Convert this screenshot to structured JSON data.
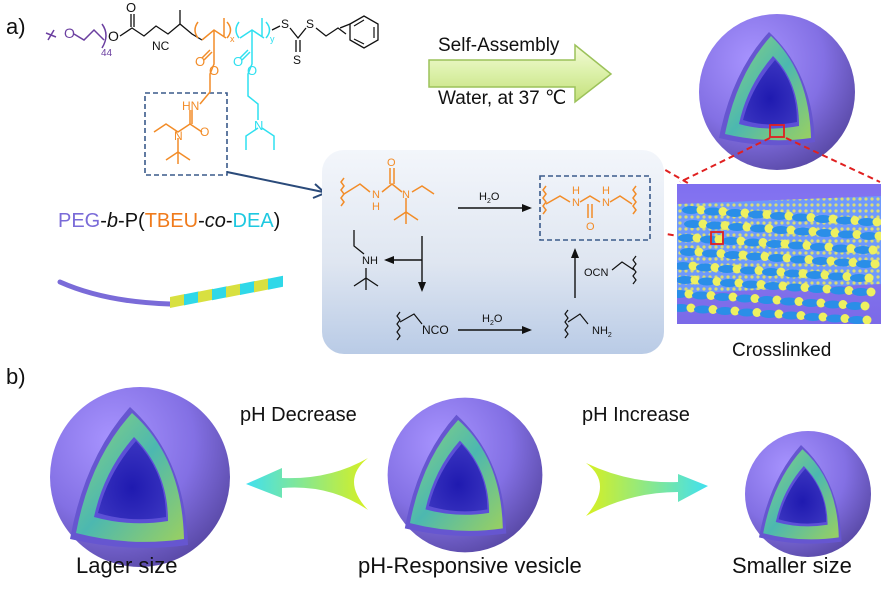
{
  "figure": {
    "panel_a": {
      "label": "a)",
      "polymer_structure": {
        "peg_repeat": "44",
        "peg_atom": "O",
        "ester_o": "O",
        "carbonyl_o": "O",
        "nitrile": "NC",
        "subscript_x": "x",
        "subscript_y": "y",
        "sulfur": "S",
        "tbeu_nh": "HN",
        "tbeu_n": "N",
        "tbeu_o": "O",
        "dea_n": "N"
      },
      "assembly_arrow": {
        "top_label": "Self-Assembly",
        "bottom_label": "Water, at 37 ℃"
      },
      "polymer_name": {
        "parts": [
          {
            "text": "PEG",
            "color": "#7a6bd8",
            "italic": false
          },
          {
            "text": "-",
            "color": "#111111",
            "italic": false
          },
          {
            "text": "b",
            "color": "#111111",
            "italic": true
          },
          {
            "text": "-P(",
            "color": "#111111",
            "italic": false
          },
          {
            "text": "TBEU",
            "color": "#f07b1c",
            "italic": false
          },
          {
            "text": "-",
            "color": "#111111",
            "italic": false
          },
          {
            "text": "co",
            "color": "#111111",
            "italic": true
          },
          {
            "text": "-",
            "color": "#111111",
            "italic": false
          },
          {
            "text": "DEA",
            "color": "#1ec8e0",
            "italic": false
          },
          {
            "text": ")",
            "color": "#111111",
            "italic": false
          }
        ]
      },
      "mechanism": {
        "reagent_top": "H2O",
        "reagent_bottom": "H2O",
        "nh": "NH",
        "n": "N",
        "h": "H",
        "o": "O",
        "isocyanate": "NCO",
        "isocyanate_reverse": "OCN",
        "amine": "NH2"
      },
      "crosslinked_label": "Crosslinked"
    },
    "panel_b": {
      "label": "b)",
      "left_arrow_label": "pH Decrease",
      "right_arrow_label": "pH Increase",
      "left_vesicle_label": "Lager size",
      "center_vesicle_label": "pH-Responsive vesicle",
      "right_vesicle_label": "Smaller size"
    },
    "colors": {
      "peg": "#6b3fa0",
      "tbeu": "#f28c28",
      "dea": "#2fe0f0",
      "vesicle_outer": "#8a78e8",
      "vesicle_core": "#2a22b0",
      "membrane": "#4fc0a8",
      "highlight_box": "#e02020",
      "dashed_box": "#3a5a8a"
    }
  }
}
